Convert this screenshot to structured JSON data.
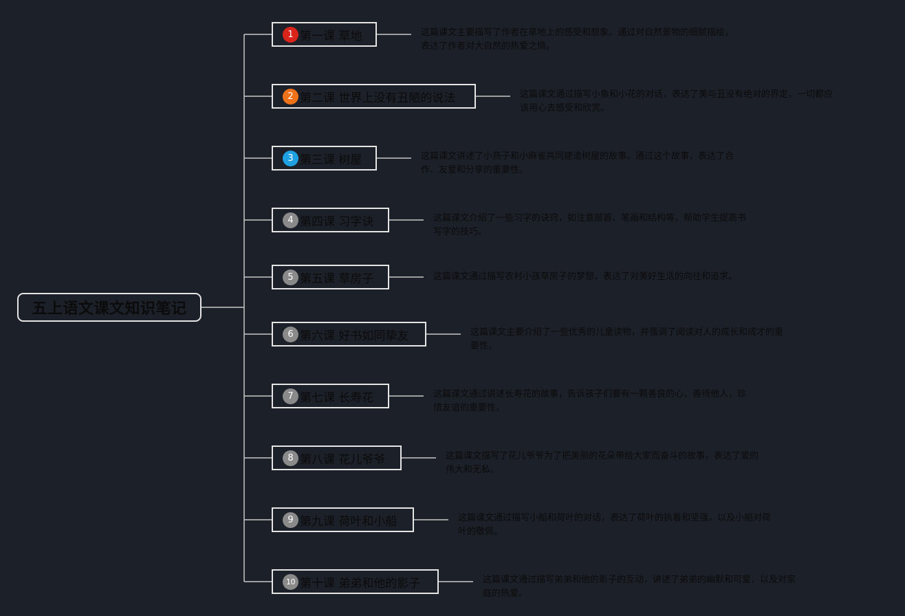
{
  "root": {
    "title": "五上语文课文知识笔记"
  },
  "colors": {
    "background": "#1c2129",
    "line": "#c8c8c8",
    "border": "#e6e6e6",
    "text": "#0b0b0b",
    "marker_1": "#d9241b",
    "marker_2": "#ee7219",
    "marker_3": "#1fa0e0",
    "marker_default": "#8a8a8a"
  },
  "lessons": [
    {
      "marker": "1",
      "marker_color": "#d9241b",
      "title": "第一课 草地",
      "summary_lines": [
        "这篇课文主要描写了作者在草地上的感受和想象。通过对自然景物的细腻描绘，",
        "表达了作者对大自然的热爱之情。"
      ]
    },
    {
      "marker": "2",
      "marker_color": "#ee7219",
      "title": "第二课 世界上没有丑陋的说法",
      "summary_lines": [
        "这篇课文通过描写小鱼和小花的对话，表达了美与丑没有绝对的界定，一切都应",
        "该用心去感受和欣赏。"
      ]
    },
    {
      "marker": "3",
      "marker_color": "#1fa0e0",
      "title": "第三课 树屋",
      "summary_lines": [
        "这篇课文讲述了小燕子和小麻雀共同建造树屋的故事。通过这个故事，表达了合",
        "作、友爱和分享的重要性。"
      ]
    },
    {
      "marker": "4",
      "marker_color": "#8a8a8a",
      "title": "第四课 习字诀",
      "summary_lines": [
        "这篇课文介绍了一些习字的诀窍，如注意部首、笔画和结构等，帮助学生提高书",
        "写字的技巧。"
      ]
    },
    {
      "marker": "5",
      "marker_color": "#8a8a8a",
      "title": "第五课 草房子",
      "summary_lines": [
        "这篇课文通过描写农村小孩草房子的梦想，表达了对美好生活的向往和追求。"
      ]
    },
    {
      "marker": "6",
      "marker_color": "#8a8a8a",
      "title": "第六课 好书如同挚友",
      "summary_lines": [
        "这篇课文主要介绍了一些优秀的儿童读物，并强调了阅读对人的成长和成才的重",
        "要性。"
      ]
    },
    {
      "marker": "7",
      "marker_color": "#8a8a8a",
      "title": "第七课 长寿花",
      "summary_lines": [
        "这篇课文通过讲述长寿花的故事，告诉孩子们要有一颗善良的心，善待他人，珍",
        "惜友谊的重要性。"
      ]
    },
    {
      "marker": "8",
      "marker_color": "#8a8a8a",
      "title": "第八课 花儿爷爷",
      "summary_lines": [
        "这篇课文描写了花儿爷爷为了把美丽的花朵带给大家而奋斗的故事，表达了爱的",
        "伟大和无私。"
      ]
    },
    {
      "marker": "9",
      "marker_color": "#8a8a8a",
      "title": "第九课 荷叶和小船",
      "summary_lines": [
        "这篇课文通过描写小船和荷叶的对话，表达了荷叶的执着和坚强，以及小船对荷",
        "叶的敬佩。"
      ]
    },
    {
      "marker": "10",
      "marker_color": "#8a8a8a",
      "title": "第十课 弟弟和他的影子",
      "summary_lines": [
        "这篇课文通过描写弟弟和他的影子的互动，讲述了弟弟的幽默和可爱，以及对家",
        "庭的热爱。"
      ]
    }
  ]
}
